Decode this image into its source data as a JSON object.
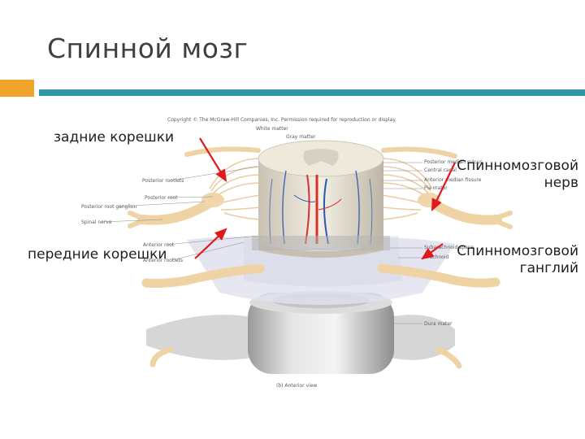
{
  "slide": {
    "title": "Спинной мозг",
    "accent_colors": {
      "orange": "#f0a42a",
      "teal": "#2f96a6",
      "arrow": "#e0191c"
    }
  },
  "figure": {
    "copyright": "Copyright © The McGraw-Hill Companies, Inc. Permission required for reproduction or display.",
    "caption": "(b) Anterior view",
    "small_labels": {
      "white_matter": "White matter",
      "gray_matter": "Gray matter",
      "posterior_rootlets": "Posterior rootlets",
      "posterior_root": "Posterior root",
      "posterior_root_ganglion": "Posterior root ganglion",
      "spinal_nerve": "Spinal nerve",
      "anterior_root": "Anterior root",
      "anterior_rootlets": "Anterior rootlets",
      "posterior_median_sulcus": "Posterior median sulcus",
      "central_canal": "Central canal",
      "anterior_median_fissure": "Anterior median fissure",
      "pia_mater": "Pia mater",
      "subarachnoid_space": "Subarachnoid space",
      "arachnoid": "Arachnoid",
      "dura_mater": "Dura mater"
    }
  },
  "annotations": {
    "posterior_roots": "задние корешки",
    "anterior_roots": "передние корешки",
    "spinal_nerve": [
      "Спинномозговой",
      "нерв"
    ],
    "spinal_ganglion": [
      "Спинномозговой",
      "ганглий"
    ]
  }
}
